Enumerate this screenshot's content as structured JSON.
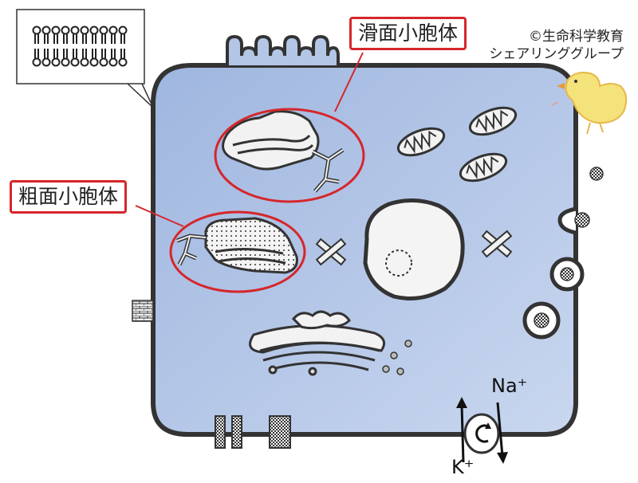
{
  "labels": {
    "smooth_er": "滑面小胞体",
    "rough_er": "粗面小胞体"
  },
  "copyright": {
    "line1": "©生命科学教育",
    "line2": "シェアリンググループ"
  },
  "ions": {
    "sodium": "Na⁺",
    "potassium": "K⁺"
  },
  "colors": {
    "cell_fill": "#b4c6e6",
    "cell_outline": "#333333",
    "highlight_circle": "#d6262b",
    "organelle_fill": "#f2f2f2"
  }
}
